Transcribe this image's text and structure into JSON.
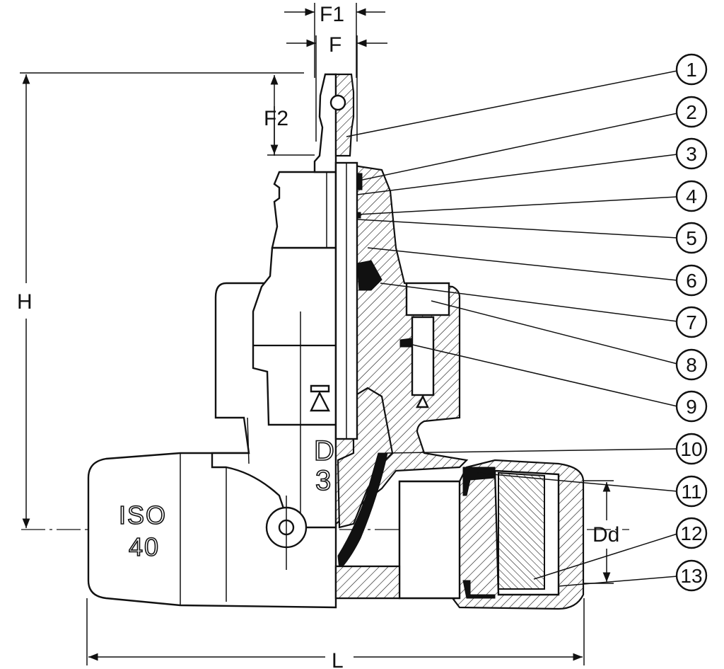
{
  "dimensions": {
    "F1": "F1",
    "F": "F",
    "F2": "F2",
    "H": "H",
    "L": "L",
    "Dd": "Dd"
  },
  "body_markings": {
    "iso_line1": "ISO",
    "iso_line2": "40",
    "cast_d": "D",
    "cast_3": "3"
  },
  "callouts": [
    "1",
    "2",
    "3",
    "4",
    "5",
    "6",
    "7",
    "8",
    "9",
    "10",
    "11",
    "12",
    "13"
  ]
}
